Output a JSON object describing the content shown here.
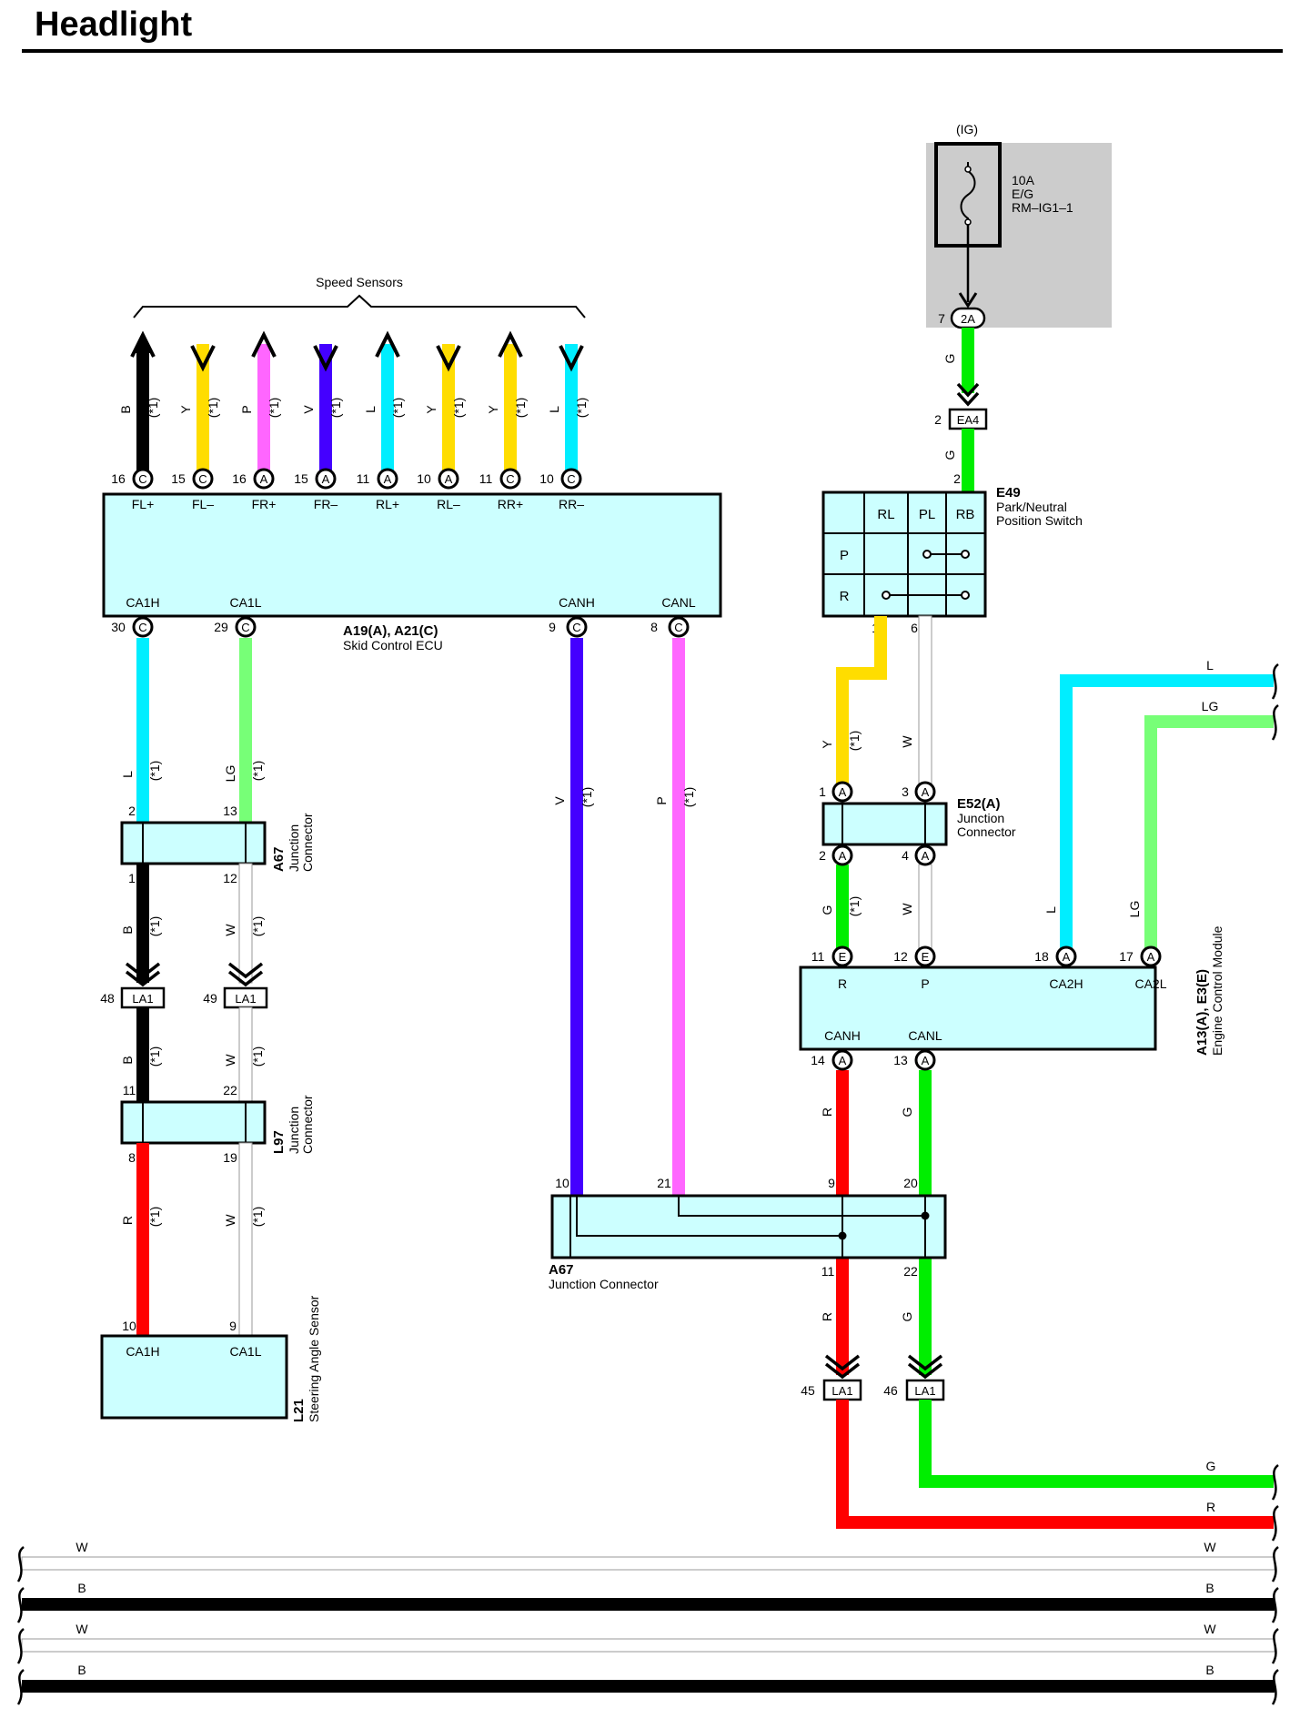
{
  "title": "Headlight",
  "colors": {
    "B": "#000000",
    "Y": "#ffdd00",
    "P": "#ff66ff",
    "V": "#4400ff",
    "L": "#00eeff",
    "LG": "#77ff77",
    "G": "#00ee00",
    "R": "#ff0000",
    "W": "#ffffff",
    "box_fill": "#ccffff",
    "fuse_area": "#cccccc"
  },
  "speed_sensors": {
    "label": "Speed Sensors",
    "wires": [
      {
        "pin": "16",
        "conn": "C",
        "signal": "FL+",
        "color": "B",
        "note": "(*1)",
        "direction": "up"
      },
      {
        "pin": "15",
        "conn": "C",
        "signal": "FL–",
        "color": "Y",
        "note": "(*1)",
        "direction": "down"
      },
      {
        "pin": "16",
        "conn": "A",
        "signal": "FR+",
        "color": "P",
        "note": "(*1)",
        "direction": "up"
      },
      {
        "pin": "15",
        "conn": "A",
        "signal": "FR–",
        "color": "V",
        "note": "(*1)",
        "direction": "down"
      },
      {
        "pin": "11",
        "conn": "A",
        "signal": "RL+",
        "color": "L",
        "note": "(*1)",
        "direction": "up"
      },
      {
        "pin": "10",
        "conn": "A",
        "signal": "RL–",
        "color": "Y",
        "note": "(*1)",
        "direction": "down"
      },
      {
        "pin": "11",
        "conn": "C",
        "signal": "RR+",
        "color": "Y",
        "note": "(*1)",
        "direction": "up"
      },
      {
        "pin": "10",
        "conn": "C",
        "signal": "RR–",
        "color": "L",
        "note": "(*1)",
        "direction": "down"
      }
    ]
  },
  "skid_ecu": {
    "code": "A19(A), A21(C)",
    "name": "Skid Control ECU",
    "bottom_pins": [
      {
        "pin": "30",
        "conn": "C",
        "signal": "CA1H"
      },
      {
        "pin": "29",
        "conn": "C",
        "signal": "CA1L"
      },
      {
        "pin": "9",
        "conn": "C",
        "signal": "CANH"
      },
      {
        "pin": "8",
        "conn": "C",
        "signal": "CANL"
      }
    ]
  },
  "fuse": {
    "source": "(IG)",
    "rating": "10A",
    "name": "E/G",
    "location": "RM–IG1–1",
    "out_pin": "7",
    "out_conn": "2A"
  },
  "ea4": {
    "pin": "2",
    "name": "EA4"
  },
  "e49": {
    "code": "E49",
    "name_line1": "Park/Neutral",
    "name_line2": "Position Switch",
    "top_pin": "2",
    "columns": [
      "RL",
      "PL",
      "RB"
    ],
    "rows": [
      "P",
      "R"
    ],
    "bottom_pins": [
      "1",
      "6"
    ]
  },
  "e52": {
    "code": "E52(A)",
    "name_line1": "Junction",
    "name_line2": "Connector",
    "pins": [
      {
        "pin": "1",
        "conn": "A"
      },
      {
        "pin": "3",
        "conn": "A"
      },
      {
        "pin": "2",
        "conn": "A"
      },
      {
        "pin": "4",
        "conn": "A"
      }
    ]
  },
  "ecm": {
    "code": "A13(A), E3(E)",
    "name": "Engine Control Module",
    "top_pins": [
      {
        "pin": "11",
        "conn": "E",
        "signal": "R"
      },
      {
        "pin": "12",
        "conn": "E",
        "signal": "P"
      },
      {
        "pin": "18",
        "conn": "A",
        "signal": "CA2H"
      },
      {
        "pin": "17",
        "conn": "A",
        "signal": "CA2L"
      }
    ],
    "bottom_pins": [
      {
        "pin": "14",
        "conn": "A",
        "signal": "CANH"
      },
      {
        "pin": "13",
        "conn": "A",
        "signal": "CANL"
      }
    ]
  },
  "a67_left": {
    "code": "A67",
    "name_line1": "Junction",
    "name_line2": "Connector",
    "pins_top": [
      "2",
      "13"
    ],
    "pins_bottom": [
      "1",
      "12"
    ]
  },
  "la1_left": [
    {
      "pin": "48",
      "name": "LA1"
    },
    {
      "pin": "49",
      "name": "LA1"
    }
  ],
  "l97": {
    "code": "L97",
    "name_line1": "Junction",
    "name_line2": "Connector",
    "pins_top": [
      "11",
      "22"
    ],
    "pins_bottom": [
      "8",
      "19"
    ]
  },
  "l21": {
    "code": "L21",
    "name": "Steering Angle Sensor",
    "pins": [
      "10",
      "9"
    ],
    "signals": [
      "CA1H",
      "CA1L"
    ]
  },
  "a67_center": {
    "code": "A67",
    "name": "Junction Connector",
    "pins_top": [
      "10",
      "21",
      "9",
      "20"
    ],
    "pins_bottom": [
      "11",
      "22"
    ]
  },
  "la1_right": [
    {
      "pin": "45",
      "name": "LA1"
    },
    {
      "pin": "46",
      "name": "LA1"
    }
  ],
  "wire_labels": {
    "left_L": "L",
    "left_LG": "LG",
    "B": "B",
    "W": "W",
    "R": "R",
    "G": "G",
    "V": "V",
    "P": "P",
    "Y": "Y",
    "LG": "LG",
    "note": "(*1)"
  },
  "right_edge_labels": [
    "L",
    "LG",
    "G",
    "R"
  ],
  "bus_lines": [
    {
      "label": "W",
      "color": "W"
    },
    {
      "label": "B",
      "color": "B"
    },
    {
      "label": "W",
      "color": "W"
    },
    {
      "label": "B",
      "color": "B"
    }
  ]
}
